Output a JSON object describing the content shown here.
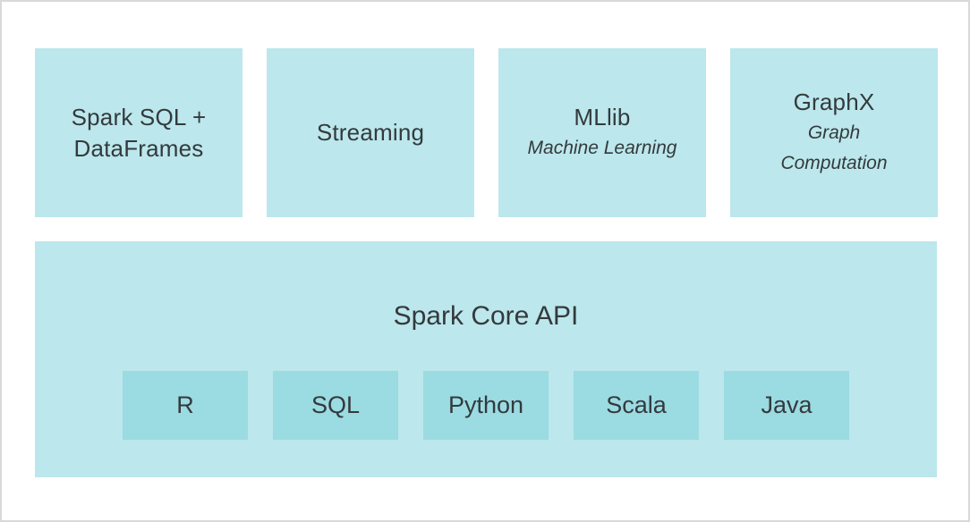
{
  "diagram": {
    "colors": {
      "module_fill": "#bce7ec",
      "language_fill": "#9bdbe2",
      "text": "#333a3d",
      "frame_border": "#d9d9d9"
    },
    "modules": [
      {
        "title_line1": "Spark SQL +",
        "title_line2": "DataFrames"
      },
      {
        "title": "Streaming"
      },
      {
        "title": "MLlib",
        "subtitle": "Machine Learning"
      },
      {
        "title": "GraphX",
        "subtitle_line1": "Graph",
        "subtitle_line2": "Computation"
      }
    ],
    "core": {
      "title": "Spark Core API",
      "languages": [
        "R",
        "SQL",
        "Python",
        "Scala",
        "Java"
      ]
    }
  }
}
